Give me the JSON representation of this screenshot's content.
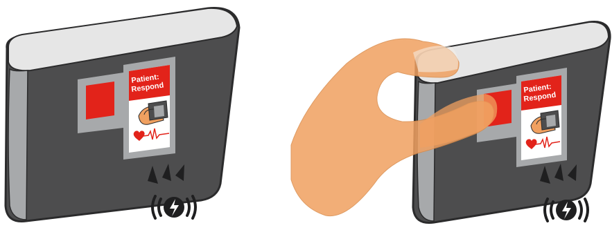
{
  "panels": [
    {
      "id": "device-left",
      "screen_text_line1": "Patient:",
      "screen_text_line2": "Respond"
    },
    {
      "id": "device-right",
      "screen_text_line1": "Patient:",
      "screen_text_line2": "Respond"
    }
  ],
  "colors": {
    "device_body": "#4d4d4e",
    "device_edge": "#2b2b2c",
    "device_top": "#e6e6e6",
    "device_side": "#a7a9ab",
    "screen_frame": "#a7a9ab",
    "button_red": "#e2231a",
    "hand_skin": "#f0a060",
    "card_red": "#e2231a"
  },
  "icons": [
    "sound-waves-icon",
    "lightning-vibration-icon",
    "hand-device-icon",
    "heart-ecg-icon"
  ]
}
